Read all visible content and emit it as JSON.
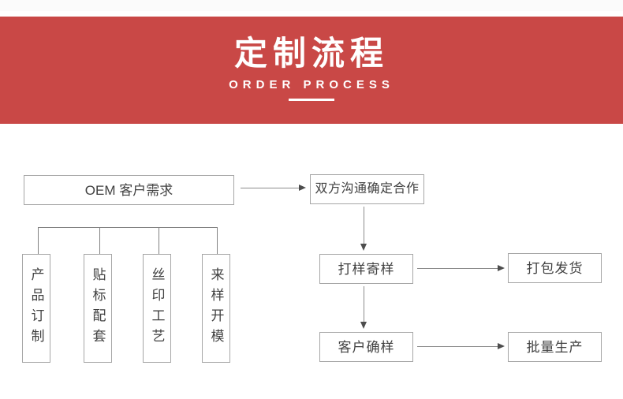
{
  "banner": {
    "title": "定制流程",
    "subtitle": "ORDER PROCESS",
    "background_color": "#c94846",
    "text_color": "#ffffff"
  },
  "flow": {
    "oem": "OEM 客户需求",
    "negotiate": "双方沟通确定合作",
    "sample": "打样寄样",
    "ship": "打包发货",
    "confirm": "客户确样",
    "production": "批量生产",
    "branches": [
      "产品订制",
      "贴标配套",
      "丝印工艺",
      "来样开模"
    ]
  },
  "colors": {
    "accent_red": "#c94846",
    "box_border": "#a6a6a6",
    "line_gray": "#828282",
    "text_gray": "#414141"
  }
}
